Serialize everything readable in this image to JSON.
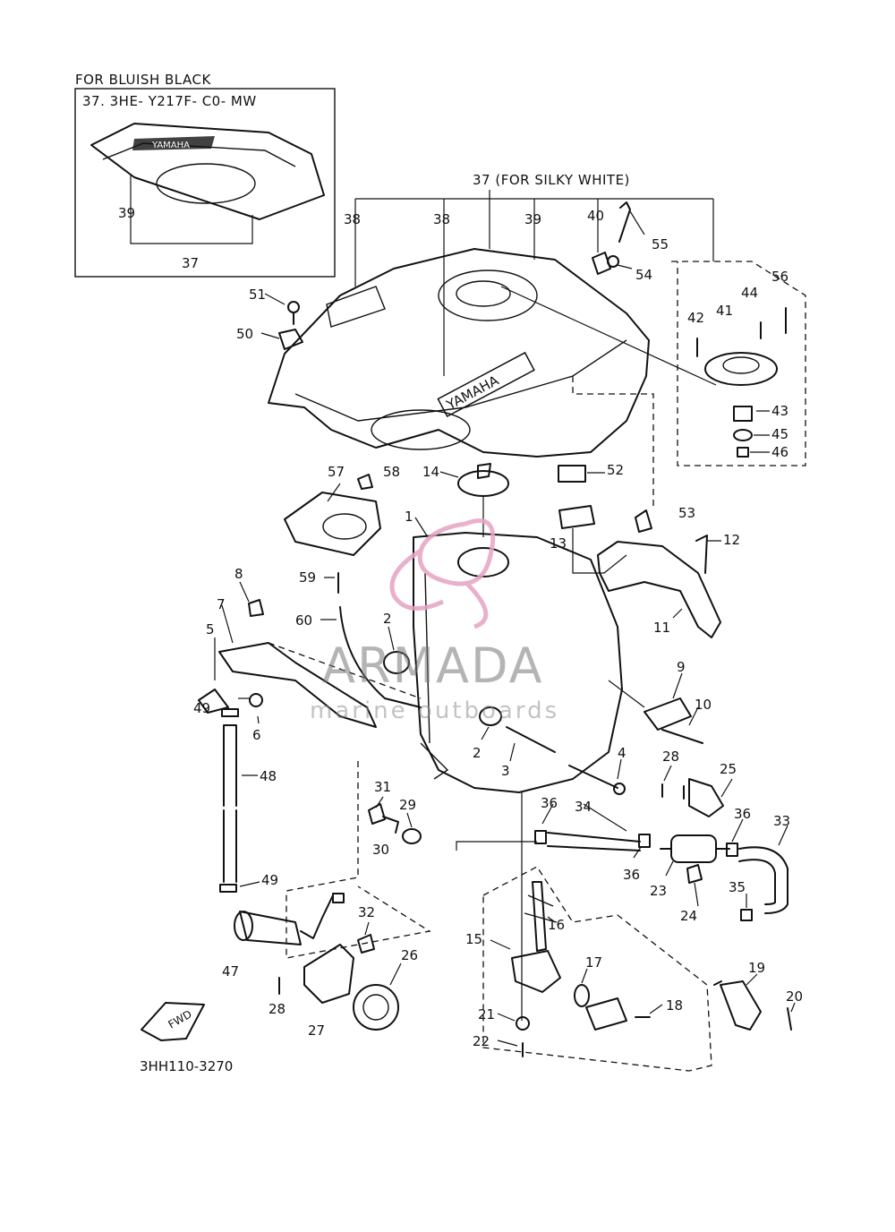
{
  "inset": {
    "header": "FOR BLUISH BLACK",
    "part_code": "37. 3HE- Y217F- C0- MW",
    "labels": [
      "39",
      "37"
    ]
  },
  "main_header": "37 (FOR SILKY WHITE)",
  "diagram_code": "3HH110-3270",
  "fwd_label": "FWD",
  "tank_logo": "YAMAHA",
  "watermark": {
    "brand": "ARMADA",
    "tagline": "marine outboards",
    "brand_color": "#e6a3c4"
  },
  "callouts": [
    "1",
    "2",
    "3",
    "4",
    "5",
    "6",
    "7",
    "8",
    "9",
    "10",
    "11",
    "12",
    "13",
    "14",
    "15",
    "16",
    "17",
    "18",
    "19",
    "20",
    "21",
    "22",
    "23",
    "24",
    "25",
    "26",
    "27",
    "28",
    "29",
    "30",
    "31",
    "32",
    "33",
    "34",
    "35",
    "36",
    "38",
    "39",
    "40",
    "41",
    "42",
    "43",
    "44",
    "45",
    "46",
    "47",
    "48",
    "49",
    "50",
    "51",
    "52",
    "53",
    "54",
    "55",
    "56",
    "57",
    "58",
    "59",
    "60"
  ]
}
